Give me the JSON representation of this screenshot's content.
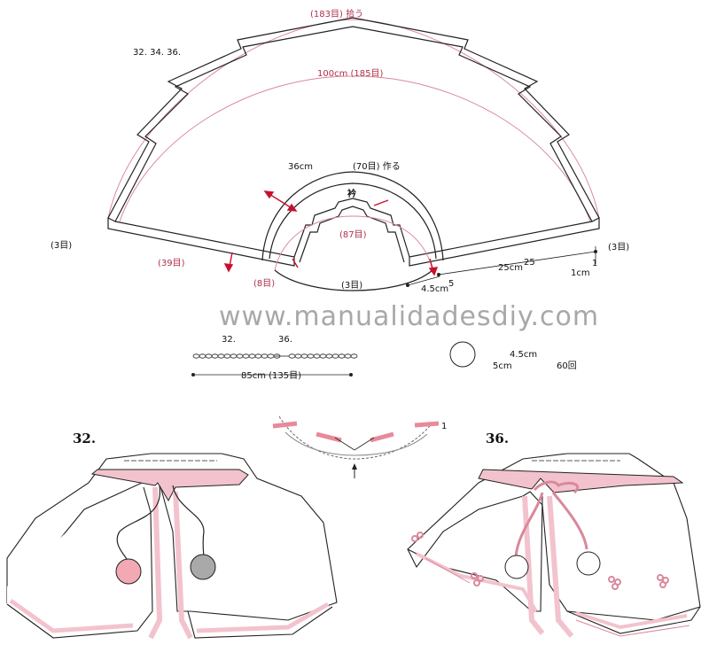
{
  "diagram": {
    "model_numbers": "32. 34. 36.",
    "outer_pickup": "(183目) 拾う",
    "outer_length": "100cm (185目)",
    "collar_start_cm": "36cm",
    "collar_start_sts": "(70目) 作る",
    "collar_label": "衿",
    "collar_inner": "(87目)",
    "left_side": "(3目)",
    "right_side": "(3目)",
    "left_bottom": "(39目)",
    "left_join": "(8目)",
    "center_bottom": "(3目)",
    "dim_25cm": "25cm",
    "dim_25rows": "25",
    "dim_1cm": "1cm",
    "dim_1row": "1",
    "dim_45cm": "4.5cm",
    "dim_5rows": "5",
    "watermark": "www.manualidadesdiy.com"
  },
  "cord": {
    "label_32": "32.",
    "label_36": "36.",
    "length": "85cm (135目)"
  },
  "pompom": {
    "width": "4.5cm",
    "height": "5cm",
    "wraps": "60回"
  },
  "chart": {
    "row_mark": "1"
  },
  "capes": {
    "left_label": "32.",
    "right_label": "36.",
    "pompom_left_color": "#f2a9b3",
    "pompom_right_color": "#a9a9a9",
    "trim_color": "#f3c3cd"
  }
}
